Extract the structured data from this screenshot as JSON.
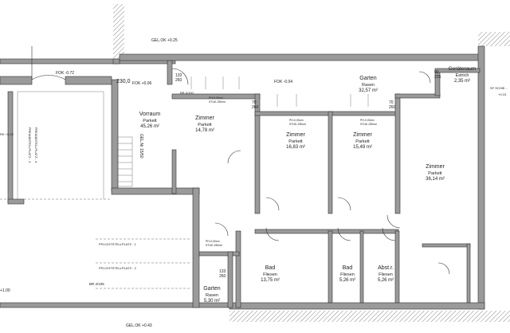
{
  "levels": {
    "gel_top": "GEL.OK +0.25",
    "gel_bottom": "GEL.OK +0.43",
    "fok_left": "FOK -0.72",
    "fok_mid": "FOK +0.06",
    "fok_right": "FOK -0.04",
    "sl_right": "SF SCHIE...",
    "ok_right": "+0.15",
    "stair_label": "GEL.Nr 15/50",
    "misc_left": "+1.00",
    "misc_rk": "RK +0.25",
    "misc_230": "230,0"
  },
  "rooms": [
    {
      "key": "vorraum",
      "name": "Vorraum",
      "floor": "Parkett",
      "area": "45,26 m²"
    },
    {
      "key": "zimmer1",
      "name": "Zimmer",
      "floor": "Parkett",
      "area": "14,78 m²"
    },
    {
      "key": "zimmer2",
      "name": "Zimmer",
      "floor": "Parkett",
      "area": "16,83 m²"
    },
    {
      "key": "zimmer3",
      "name": "Zimmer",
      "floor": "Parkett",
      "area": "15,49 m²"
    },
    {
      "key": "zimmer4",
      "name": "Zimmer",
      "floor": "Parkett",
      "area": "36,14 m²"
    },
    {
      "key": "garten_top",
      "name": "Garten",
      "floor": "Rasen",
      "area": "32,57 m²"
    },
    {
      "key": "geraeteraum",
      "name": "Geräteraum",
      "floor": "Estrich",
      "area": "2,35 m²"
    },
    {
      "key": "bad1",
      "name": "Bad",
      "floor": "Fliesen",
      "area": "13,75 m²"
    },
    {
      "key": "bad2",
      "name": "Bad",
      "floor": "Fliesen",
      "area": "5,26 m²"
    },
    {
      "key": "abstr",
      "name": "Abst.r.",
      "floor": "Fliesen",
      "area": "5,26 m²"
    },
    {
      "key": "garten_bottom",
      "name": "Garten",
      "floor": "Rasen",
      "area": "5,30 m²"
    }
  ],
  "parking": {
    "p3": "FREIABSTELLPLATZ - 3",
    "p4": "FREIABSTELLPLATZ - 4",
    "p1": "PFLICHTSTELLPLATZ - 1",
    "p2": "PFLICHTSTELLPLATZ - 2"
  },
  "dims": {
    "d133_top": "133",
    "d260_top": "260",
    "d133_bot": "133",
    "d260_bot": "260",
    "d70_a": "70",
    "d260_a": "260",
    "d70_b": "70",
    "d260_b": "260",
    "d90": "90",
    "d225": "225",
    "stu_1": "PH-0,00cm",
    "stu_1b": "STUK-250cm",
    "stu_2": "PH-0,00cm",
    "stu_2b": "STUK-250cm",
    "stu_3": "PH-0,00cm",
    "stu_3b": "STUK-250cm",
    "stu_4": "PH-0,00cm",
    "stu_4b": "STUK-250cm",
    "br_label": "BR.4/105",
    "br_label2": "BR.4/100"
  }
}
